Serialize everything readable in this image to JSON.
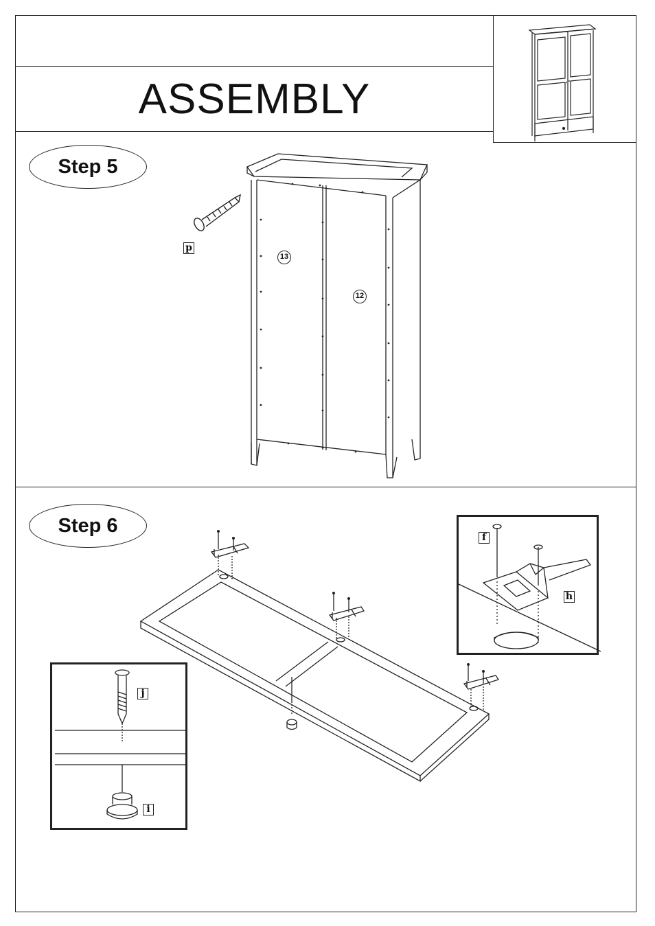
{
  "header": {
    "title": "ASSEMBLY"
  },
  "step5": {
    "label": "Step 5",
    "screw_tag": "p",
    "panel_left": "13",
    "panel_right": "12"
  },
  "step6": {
    "label": "Step 6",
    "hinge_detail": {
      "screw_tag": "f",
      "hinge_tag": "h"
    },
    "foot_detail": {
      "bolt_tag": "j",
      "foot_tag": "i"
    }
  },
  "icons": [
    "wardrobe-thumbnail-icon",
    "screw-icon",
    "hinge-icon",
    "bolt-icon",
    "foot-icon"
  ],
  "colors": {
    "ink": "#111111",
    "paper": "#ffffff"
  }
}
